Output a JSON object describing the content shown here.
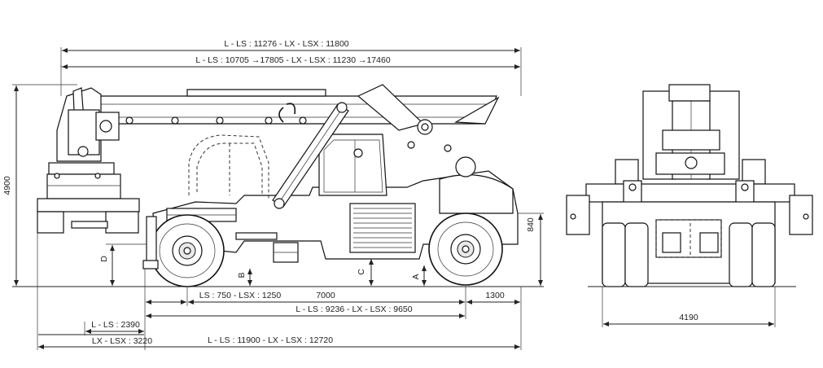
{
  "dimensions": {
    "overall_top": "L - LS : 11276 - LX - LSX : 11800",
    "boom_range": "L - LS : 10705 →17805 - LX - LSX : 11230 →17460",
    "height": "4900",
    "spreader_height": "840",
    "ls_lsx": "LS : 750 - LSX : 1250",
    "wheelbase": "7000",
    "rear_overhang": "1300",
    "ls_range": "L - LS : 9236 - LX - LSX : 9650",
    "l_ls_2390": "L - LS : 2390",
    "lx_lsx_3220": "LX - LSX : 3220",
    "overall_bottom": "L - LS : 11900 - LX - LSX : 12720",
    "width": "4190"
  },
  "labels": {
    "A": "A",
    "B": "B",
    "C": "C",
    "D": "D"
  }
}
